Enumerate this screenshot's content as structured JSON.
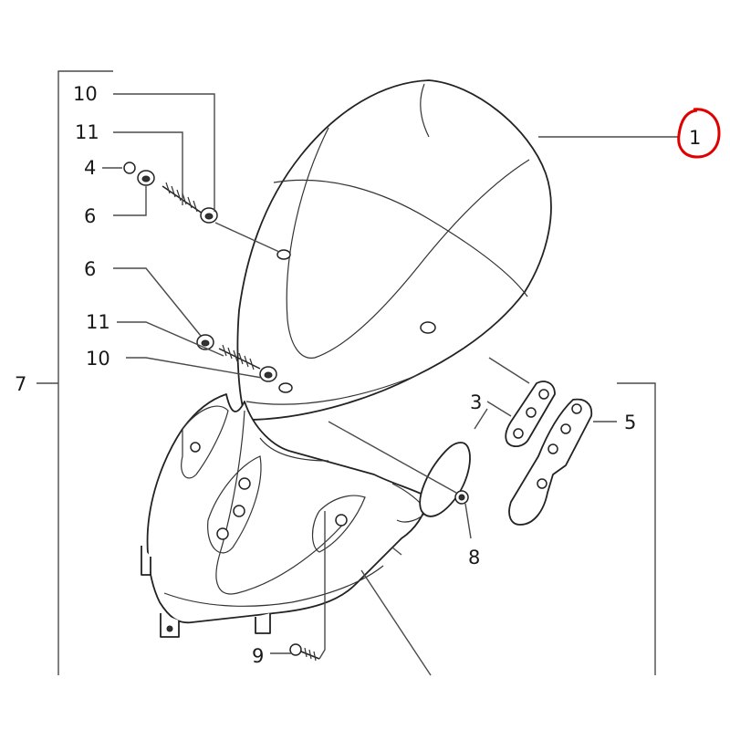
{
  "labels": {
    "l1": "1",
    "l3": "3",
    "l4": "4",
    "l5": "5",
    "l6a": "6",
    "l6b": "6",
    "l7": "7",
    "l8": "8",
    "l9": "9",
    "l10a": "10",
    "l10b": "10",
    "l11a": "11",
    "l11b": "11"
  },
  "colors": {
    "highlight": "#e00000",
    "line": "#4a4a4a",
    "part": "#222222"
  }
}
